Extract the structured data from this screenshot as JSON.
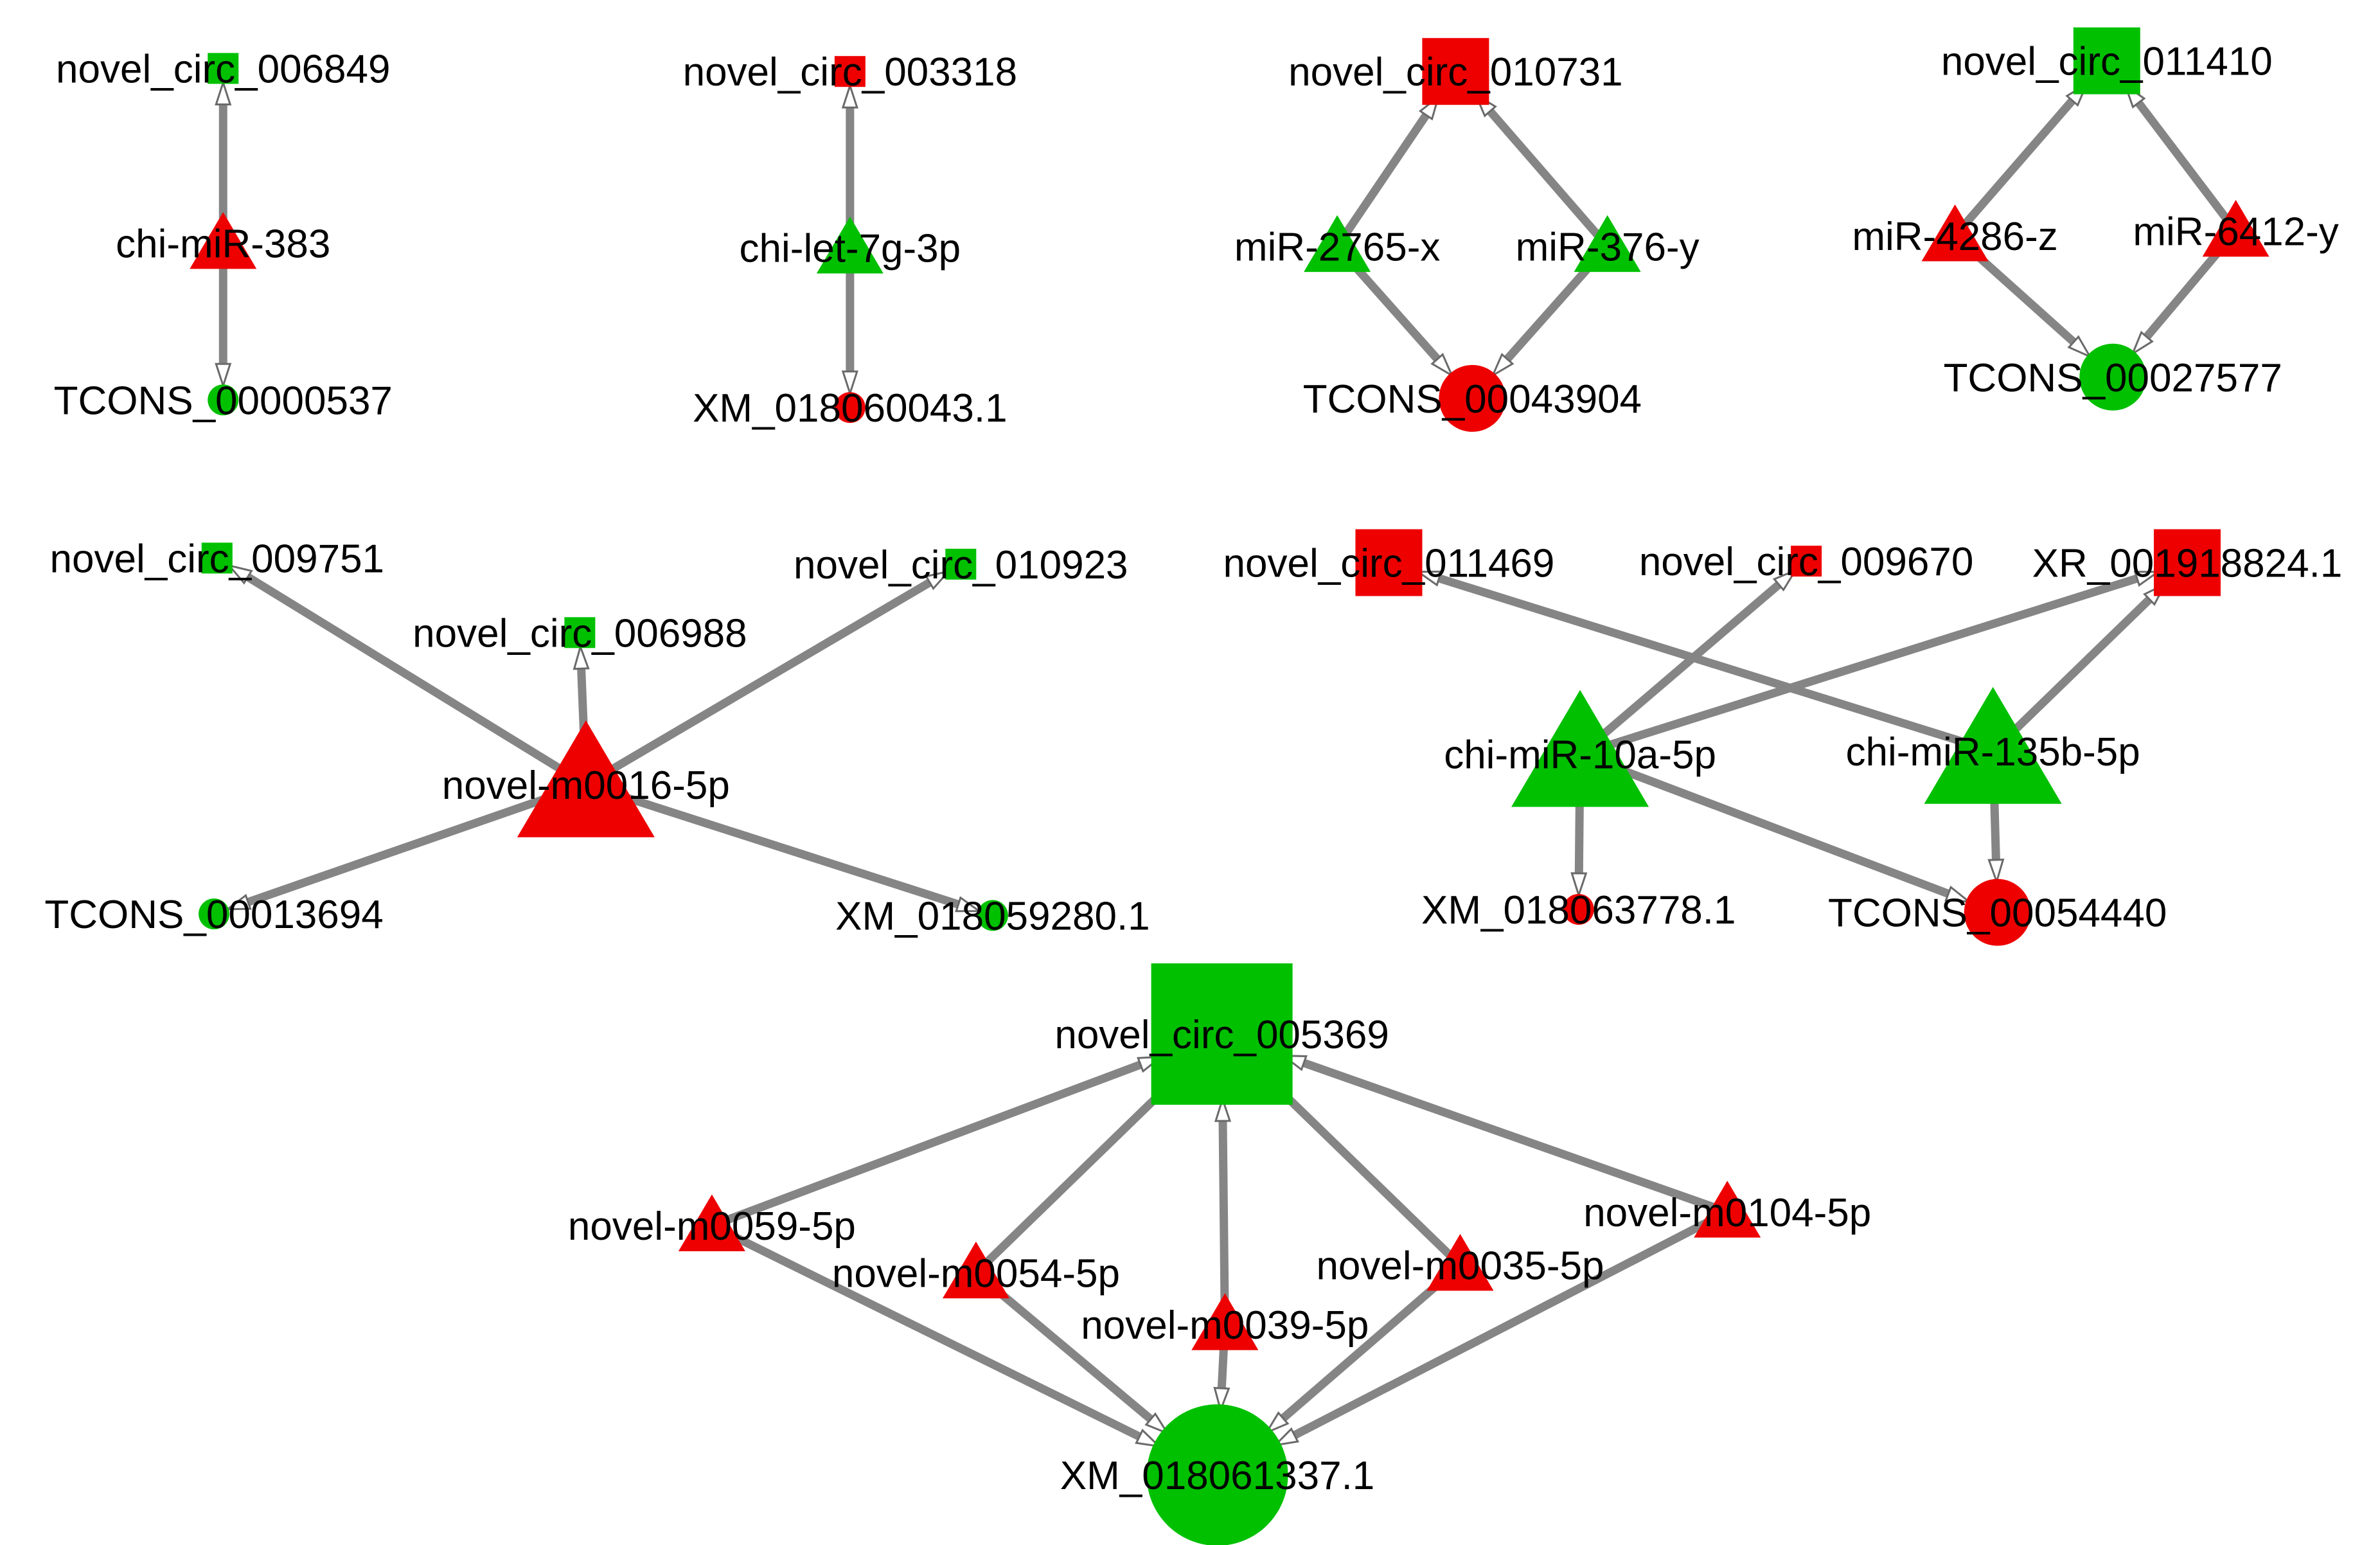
{
  "colors": {
    "up": "#ee0000",
    "down": "#00c000",
    "edge": "#858585",
    "arrow_fill": "#ffffff",
    "arrow_stroke": "#6a6a6a",
    "label": "#000000"
  },
  "networks": [
    {
      "nodes": [
        {
          "id": "novel_circ_006849",
          "label": "novel_circ_006849",
          "shape": "square",
          "regulation": "down",
          "size": "small"
        },
        {
          "id": "chi-miR-383",
          "label": "chi-miR-383",
          "shape": "triangle",
          "regulation": "up",
          "size": "medium"
        },
        {
          "id": "TCONS_00000537",
          "label": "TCONS_00000537",
          "shape": "circle",
          "regulation": "down",
          "size": "small"
        }
      ],
      "edges": [
        {
          "source": "chi-miR-383",
          "target": "novel_circ_006849"
        },
        {
          "source": "chi-miR-383",
          "target": "TCONS_00000537"
        }
      ]
    },
    {
      "nodes": [
        {
          "id": "novel_circ_003318",
          "label": "novel_circ_003318",
          "shape": "square",
          "regulation": "up",
          "size": "small"
        },
        {
          "id": "chi-let-7g-3p",
          "label": "chi-let-7g-3p",
          "shape": "triangle",
          "regulation": "down",
          "size": "medium"
        },
        {
          "id": "XM_018060043.1",
          "label": "XM_018060043.1",
          "shape": "circle",
          "regulation": "up",
          "size": "small"
        }
      ],
      "edges": [
        {
          "source": "chi-let-7g-3p",
          "target": "novel_circ_003318"
        },
        {
          "source": "chi-let-7g-3p",
          "target": "XM_018060043.1"
        }
      ]
    },
    {
      "nodes": [
        {
          "id": "novel_circ_010731",
          "label": "novel_circ_010731",
          "shape": "square",
          "regulation": "up",
          "size": "medium"
        },
        {
          "id": "miR-2765-x",
          "label": "miR-2765-x",
          "shape": "triangle",
          "regulation": "down",
          "size": "medium"
        },
        {
          "id": "miR-376-y",
          "label": "miR-376-y",
          "shape": "triangle",
          "regulation": "down",
          "size": "medium"
        },
        {
          "id": "TCONS_00043904",
          "label": "TCONS_00043904",
          "shape": "circle",
          "regulation": "up",
          "size": "medium"
        }
      ],
      "edges": [
        {
          "source": "miR-2765-x",
          "target": "novel_circ_010731"
        },
        {
          "source": "miR-376-y",
          "target": "novel_circ_010731"
        },
        {
          "source": "miR-2765-x",
          "target": "TCONS_00043904"
        },
        {
          "source": "miR-376-y",
          "target": "TCONS_00043904"
        }
      ]
    },
    {
      "nodes": [
        {
          "id": "novel_circ_011410",
          "label": "novel_circ_011410",
          "shape": "square",
          "regulation": "down",
          "size": "medium"
        },
        {
          "id": "miR-4286-z",
          "label": "miR-4286-z",
          "shape": "triangle",
          "regulation": "up",
          "size": "medium"
        },
        {
          "id": "miR-6412-y",
          "label": "miR-6412-y",
          "shape": "triangle",
          "regulation": "up",
          "size": "medium"
        },
        {
          "id": "TCONS_00027577",
          "label": "TCONS_00027577",
          "shape": "circle",
          "regulation": "down",
          "size": "medium"
        }
      ],
      "edges": [
        {
          "source": "miR-4286-z",
          "target": "novel_circ_011410"
        },
        {
          "source": "miR-6412-y",
          "target": "novel_circ_011410"
        },
        {
          "source": "miR-4286-z",
          "target": "TCONS_00027577"
        },
        {
          "source": "miR-6412-y",
          "target": "TCONS_00027577"
        }
      ]
    },
    {
      "nodes": [
        {
          "id": "novel_circ_009751",
          "label": "novel_circ_009751",
          "shape": "square",
          "regulation": "down",
          "size": "small"
        },
        {
          "id": "novel_circ_006988",
          "label": "novel_circ_006988",
          "shape": "square",
          "regulation": "down",
          "size": "small"
        },
        {
          "id": "novel_circ_010923",
          "label": "novel_circ_010923",
          "shape": "square",
          "regulation": "down",
          "size": "small"
        },
        {
          "id": "novel-m0016-5p",
          "label": "novel-m0016-5p",
          "shape": "triangle",
          "regulation": "up",
          "size": "large"
        },
        {
          "id": "TCONS_00013694",
          "label": "TCONS_00013694",
          "shape": "circle",
          "regulation": "down",
          "size": "small"
        },
        {
          "id": "XM_018059280.1",
          "label": "XM_018059280.1",
          "shape": "circle",
          "regulation": "down",
          "size": "small"
        }
      ],
      "edges": [
        {
          "source": "novel-m0016-5p",
          "target": "novel_circ_009751"
        },
        {
          "source": "novel-m0016-5p",
          "target": "novel_circ_006988"
        },
        {
          "source": "novel-m0016-5p",
          "target": "novel_circ_010923"
        },
        {
          "source": "novel-m0016-5p",
          "target": "TCONS_00013694"
        },
        {
          "source": "novel-m0016-5p",
          "target": "XM_018059280.1"
        }
      ]
    },
    {
      "nodes": [
        {
          "id": "novel_circ_011469",
          "label": "novel_circ_011469",
          "shape": "square",
          "regulation": "up",
          "size": "medium"
        },
        {
          "id": "novel_circ_009670",
          "label": "novel_circ_009670",
          "shape": "square",
          "regulation": "up",
          "size": "small"
        },
        {
          "id": "XR_001918824.1",
          "label": "XR_001918824.1",
          "shape": "square",
          "regulation": "up",
          "size": "medium"
        },
        {
          "id": "chi-miR-10a-5p",
          "label": "chi-miR-10a-5p",
          "shape": "triangle",
          "regulation": "down",
          "size": "large"
        },
        {
          "id": "chi-miR-135b-5p",
          "label": "chi-miR-135b-5p",
          "shape": "triangle",
          "regulation": "down",
          "size": "large"
        },
        {
          "id": "XM_018063778.1",
          "label": "XM_018063778.1",
          "shape": "circle",
          "regulation": "up",
          "size": "small"
        },
        {
          "id": "TCONS_00054440",
          "label": "TCONS_00054440",
          "shape": "circle",
          "regulation": "up",
          "size": "medium"
        }
      ],
      "edges": [
        {
          "source": "chi-miR-10a-5p",
          "target": "novel_circ_009670"
        },
        {
          "source": "chi-miR-10a-5p",
          "target": "XR_001918824.1"
        },
        {
          "source": "chi-miR-10a-5p",
          "target": "XM_018063778.1"
        },
        {
          "source": "chi-miR-10a-5p",
          "target": "TCONS_00054440"
        },
        {
          "source": "chi-miR-135b-5p",
          "target": "novel_circ_011469"
        },
        {
          "source": "chi-miR-135b-5p",
          "target": "XR_001918824.1"
        },
        {
          "source": "chi-miR-135b-5p",
          "target": "TCONS_00054440"
        }
      ]
    },
    {
      "nodes": [
        {
          "id": "novel_circ_005369",
          "label": "novel_circ_005369",
          "shape": "square",
          "regulation": "down",
          "size": "xlarge"
        },
        {
          "id": "novel-m0059-5p",
          "label": "novel-m0059-5p",
          "shape": "triangle",
          "regulation": "up",
          "size": "medium"
        },
        {
          "id": "novel-m0054-5p",
          "label": "novel-m0054-5p",
          "shape": "triangle",
          "regulation": "up",
          "size": "medium"
        },
        {
          "id": "novel-m0039-5p",
          "label": "novel-m0039-5p",
          "shape": "triangle",
          "regulation": "up",
          "size": "medium"
        },
        {
          "id": "novel-m0035-5p",
          "label": "novel-m0035-5p",
          "shape": "triangle",
          "regulation": "up",
          "size": "medium"
        },
        {
          "id": "novel-m0104-5p",
          "label": "novel-m0104-5p",
          "shape": "triangle",
          "regulation": "up",
          "size": "medium"
        },
        {
          "id": "XM_018061337.1",
          "label": "XM_018061337.1",
          "shape": "circle",
          "regulation": "down",
          "size": "xlarge"
        }
      ],
      "edges": [
        {
          "source": "novel-m0059-5p",
          "target": "novel_circ_005369"
        },
        {
          "source": "novel-m0054-5p",
          "target": "novel_circ_005369"
        },
        {
          "source": "novel-m0039-5p",
          "target": "novel_circ_005369"
        },
        {
          "source": "novel-m0035-5p",
          "target": "novel_circ_005369"
        },
        {
          "source": "novel-m0104-5p",
          "target": "novel_circ_005369"
        },
        {
          "source": "novel-m0059-5p",
          "target": "XM_018061337.1"
        },
        {
          "source": "novel-m0054-5p",
          "target": "XM_018061337.1"
        },
        {
          "source": "novel-m0039-5p",
          "target": "XM_018061337.1"
        },
        {
          "source": "novel-m0035-5p",
          "target": "XM_018061337.1"
        },
        {
          "source": "novel-m0104-5p",
          "target": "XM_018061337.1"
        }
      ]
    }
  ]
}
